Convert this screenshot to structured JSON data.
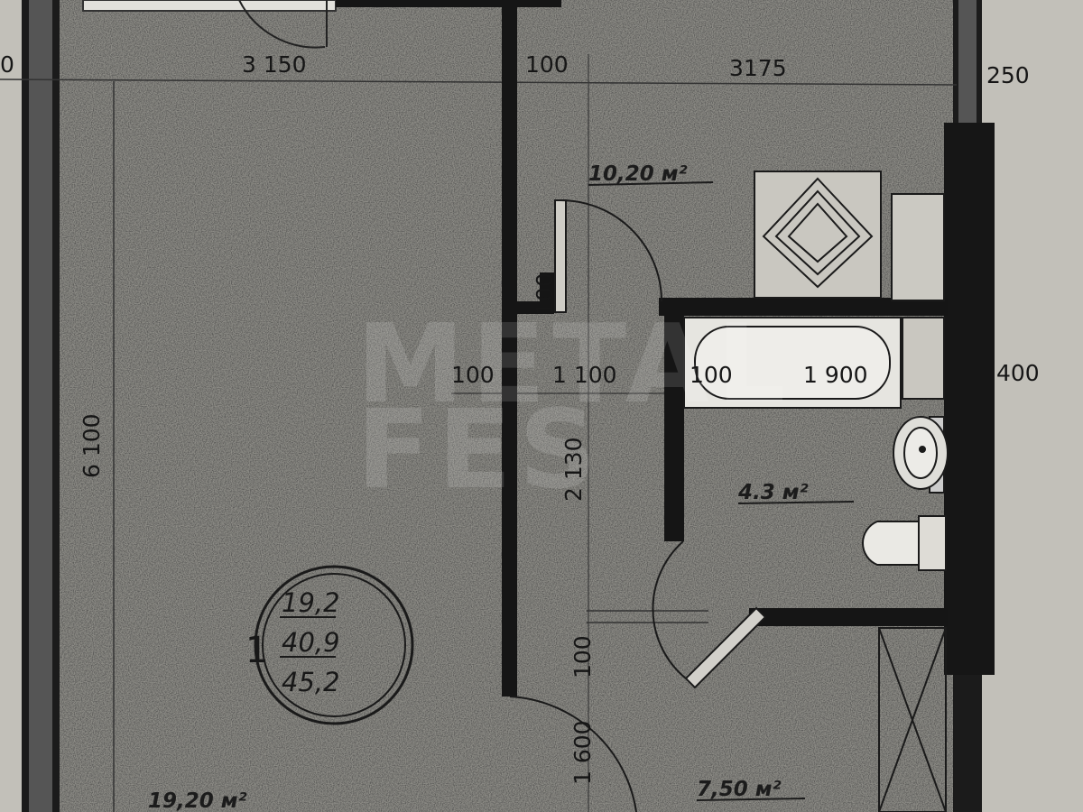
{
  "watermark": [
    "METAL",
    "FES"
  ],
  "dimensions": {
    "top_left_width": "3 150",
    "top_partition": "100",
    "top_right_width": "3175",
    "right_wall_top": "250",
    "right_wall_mid": "400",
    "left_cut": "0",
    "left_height": "6 100",
    "hall_partition": "100",
    "hall_width": "1 100",
    "bath_partition": "100",
    "bath_width": "1 900",
    "small_partition": "100",
    "corridor_length": "2 130",
    "lower_partition": "100",
    "door_width": "1 600"
  },
  "areas": {
    "kitchen": "10,20 м²",
    "bathroom": "4.3 м²",
    "hallway": "7,50 м²",
    "living": "19,20 м²"
  },
  "summary": {
    "rooms": "1",
    "living_area": "19,2",
    "total_area": "40,9",
    "total_with_balcony": "45,2"
  }
}
